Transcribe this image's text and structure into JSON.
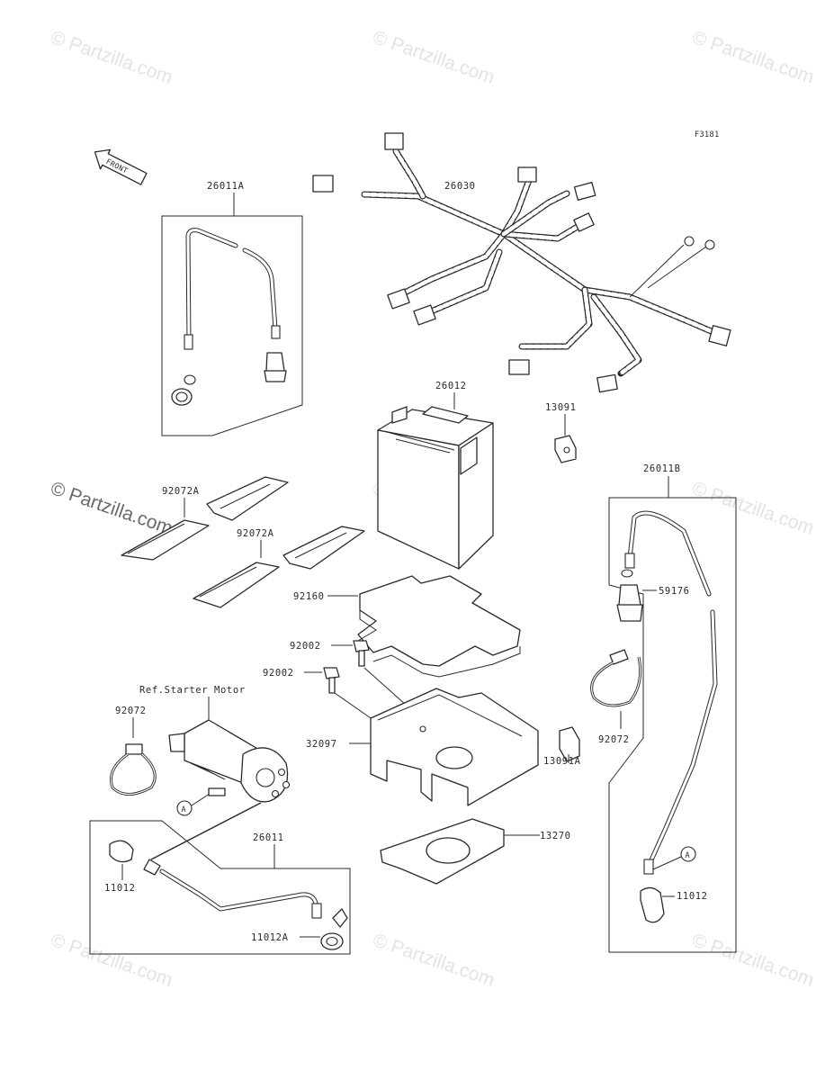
{
  "figure_code": "F3181",
  "front_arrow_label": "FRONT",
  "reference_note": "Ref.Starter Motor",
  "watermark_text": "© Partzilla.com",
  "callout_letter": "A",
  "part_labels": {
    "harness_main": "26030",
    "cable_box_left": "26011A",
    "battery": "26012",
    "cap_small": "13091",
    "cable_box_right": "26011B",
    "strap_upper": "92072A",
    "strap_lower": "92072A",
    "pad": "92160",
    "bolt_upper": "92002",
    "bolt_lower": "92002",
    "clamp_left": "92072",
    "battery_case": "32097",
    "cap_case": "13091A",
    "clamp_right": "92072",
    "boot_right": "59176",
    "cable_bottom": "26011",
    "plate": "13270",
    "cap_left": "11012",
    "cap_right": "11012",
    "clip_bottom": "11012A"
  }
}
